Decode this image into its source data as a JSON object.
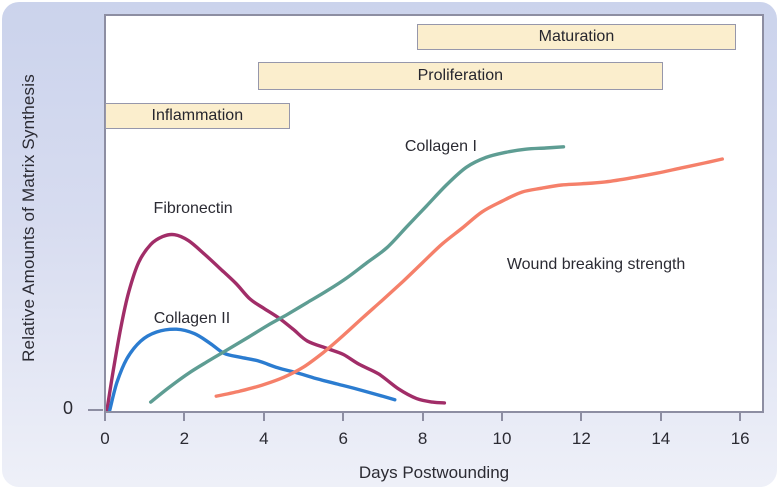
{
  "colors": {
    "panel_bg_top": "#cbd3ec",
    "panel_bg_bottom": "#eef0f8",
    "plot_bg": "#ffffff",
    "plot_border": "#8d8ea2",
    "tick": "#8d8ea2",
    "text": "#2b2b33",
    "phase_box_fill": "#fbeecd",
    "phase_box_border": "#9697ab"
  },
  "chart_data": {
    "type": "line",
    "title": "",
    "xlabel": "Days Postwounding",
    "ylabel": "Relative Amounts of Matrix Synthesis",
    "origin_label": "0",
    "xlim": [
      0,
      16
    ],
    "ylim": [
      0,
      100
    ],
    "x_ticks": [
      0,
      2,
      4,
      6,
      8,
      10,
      12,
      14,
      16
    ],
    "y_ticks": [
      0
    ],
    "grid": false,
    "legend_position": "inline-labels",
    "phases": [
      {
        "label": "Maturation",
        "start_day": 7.85,
        "end_day": 15.9,
        "row": 0
      },
      {
        "label": "Proliferation",
        "start_day": 3.85,
        "end_day": 14.05,
        "row": 1
      },
      {
        "label": "Inflammation",
        "start_day": 0.0,
        "end_day": 4.65,
        "row": 2
      }
    ],
    "series": [
      {
        "name": "Fibronectin",
        "color": "#a12d68",
        "label": {
          "text": "Fibronectin",
          "day": 2.22,
          "value": 51.0
        },
        "points": [
          [
            0.05,
            0
          ],
          [
            0.2,
            9.5
          ],
          [
            0.4,
            21
          ],
          [
            0.6,
            30
          ],
          [
            0.85,
            37.5
          ],
          [
            1.15,
            42
          ],
          [
            1.45,
            44
          ],
          [
            1.75,
            44.5
          ],
          [
            2.1,
            43
          ],
          [
            2.5,
            39.6
          ],
          [
            2.9,
            35.9
          ],
          [
            3.3,
            32.1
          ],
          [
            3.65,
            28.2
          ],
          [
            4.0,
            25.8
          ],
          [
            4.4,
            23.2
          ],
          [
            4.75,
            20.4
          ],
          [
            5.1,
            17.5
          ],
          [
            5.6,
            15.6
          ],
          [
            6.0,
            14.1
          ],
          [
            6.4,
            11.6
          ],
          [
            6.9,
            9.1
          ],
          [
            7.4,
            5.3
          ],
          [
            7.85,
            2.9
          ],
          [
            8.25,
            2.0
          ],
          [
            8.55,
            1.8
          ]
        ]
      },
      {
        "name": "Collagen II",
        "color": "#2b7cd0",
        "label": {
          "text": "Collagen II",
          "day": 2.19,
          "value": 23.2
        },
        "points": [
          [
            0.12,
            0
          ],
          [
            0.3,
            7
          ],
          [
            0.55,
            13
          ],
          [
            0.9,
            17.5
          ],
          [
            1.3,
            19.8
          ],
          [
            1.8,
            20.5
          ],
          [
            2.25,
            19.4
          ],
          [
            2.65,
            16.9
          ],
          [
            3.0,
            14.4
          ],
          [
            3.4,
            13.4
          ],
          [
            3.85,
            12.5
          ],
          [
            4.35,
            10.7
          ],
          [
            4.85,
            9.4
          ],
          [
            5.35,
            7.9
          ],
          [
            5.85,
            6.6
          ],
          [
            6.35,
            5.3
          ],
          [
            6.85,
            3.9
          ],
          [
            7.3,
            2.6
          ]
        ]
      },
      {
        "name": "Collagen I",
        "color": "#5e9d93",
        "label": {
          "text": "Collagen I",
          "day": 8.46,
          "value": 66.8
        },
        "points": [
          [
            1.15,
            2
          ],
          [
            1.6,
            5.6
          ],
          [
            2.1,
            9.3
          ],
          [
            2.6,
            12.4
          ],
          [
            3.1,
            15.4
          ],
          [
            3.6,
            18.4
          ],
          [
            4.1,
            21.5
          ],
          [
            4.6,
            24.3
          ],
          [
            5.1,
            27.3
          ],
          [
            5.6,
            30.3
          ],
          [
            6.1,
            33.6
          ],
          [
            6.6,
            37.4
          ],
          [
            7.1,
            41.2
          ],
          [
            7.6,
            46.5
          ],
          [
            8.1,
            51.8
          ],
          [
            8.6,
            57.1
          ],
          [
            9.1,
            61.6
          ],
          [
            9.6,
            64.1
          ],
          [
            10.1,
            65.4
          ],
          [
            10.6,
            66.2
          ],
          [
            11.1,
            66.5
          ],
          [
            11.55,
            66.8
          ]
        ]
      },
      {
        "name": "Wound breaking strength",
        "color": "#f5806a",
        "label": {
          "text": "Wound breaking strength",
          "day": 12.37,
          "value": 36.8
        },
        "points": [
          [
            2.8,
            3.5
          ],
          [
            3.4,
            4.8
          ],
          [
            3.95,
            6.3
          ],
          [
            4.5,
            8.3
          ],
          [
            5.0,
            10.9
          ],
          [
            5.5,
            14.6
          ],
          [
            6.0,
            18.9
          ],
          [
            6.5,
            23.5
          ],
          [
            7.0,
            28.0
          ],
          [
            7.5,
            32.6
          ],
          [
            8.0,
            37.4
          ],
          [
            8.5,
            42.2
          ],
          [
            9.0,
            46.2
          ],
          [
            9.5,
            50.3
          ],
          [
            10.0,
            53.0
          ],
          [
            10.5,
            55.3
          ],
          [
            11.0,
            56.3
          ],
          [
            11.5,
            57.1
          ],
          [
            12.0,
            57.4
          ],
          [
            12.6,
            57.9
          ],
          [
            13.25,
            58.9
          ],
          [
            13.9,
            60.1
          ],
          [
            14.5,
            61.4
          ],
          [
            15.1,
            62.7
          ],
          [
            15.55,
            63.7
          ]
        ]
      }
    ]
  }
}
